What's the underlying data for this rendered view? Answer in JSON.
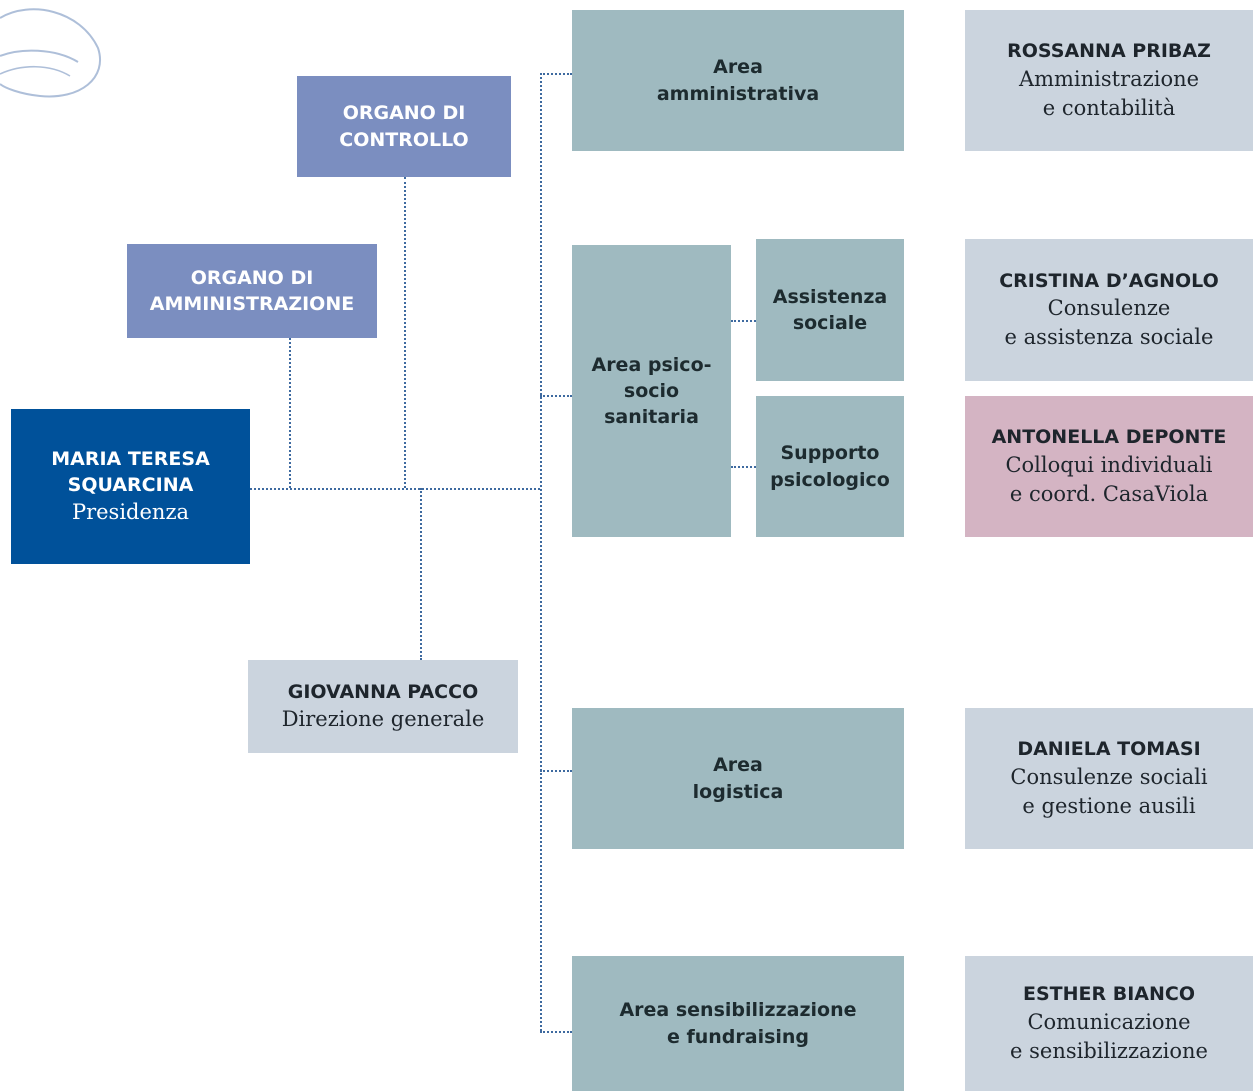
{
  "organo_controllo": "ORGANO DI CONTROLLO",
  "organo_amministrazione": "ORGANO DI AMMINISTRAZIONE",
  "presidenza": {
    "name": "MARIA TERESA SQUARCINA",
    "role": "Presidenza"
  },
  "direzione": {
    "name": "GIOVANNA PACCO",
    "role": "Direzione generale"
  },
  "areas": {
    "amministrativa": "Area amministrativa",
    "psico": "Area psico-socio sanitaria",
    "assistenza": "Assistenza sociale",
    "supporto": "Supporto psicologico",
    "logistica": "Area logistica",
    "sensibilizzazione_l1": "Area sensibilizzazione",
    "sensibilizzazione_l2": "e fundraising"
  },
  "people": {
    "pribaz": {
      "name": "ROSSANNA PRIBAZ",
      "role_l1": "Amministrazione",
      "role_l2": "e contabilità"
    },
    "dagnolo": {
      "name": "CRISTINA D’AGNOLO",
      "role_l1": "Consulenze",
      "role_l2": "e assistenza sociale"
    },
    "deponte": {
      "name": "ANTONELLA DEPONTE",
      "role_l1": "Colloqui individuali",
      "role_l2": "e coord. CasaViola"
    },
    "tomasi": {
      "name": "DANIELA TOMASI",
      "role_l1": "Consulenze sociali",
      "role_l2": "e gestione ausili"
    },
    "bianco": {
      "name": "ESTHER BIANCO",
      "role_l1": "Comunicazione",
      "role_l2": "e sensibilizzazione"
    }
  },
  "colors": {
    "organ": "#7b8ec0",
    "presidenza": "#00519a",
    "area": "#9fbac0",
    "person": "#cbd4de",
    "highlight": "#d4b4c3",
    "connector": "#3e6aa0"
  }
}
